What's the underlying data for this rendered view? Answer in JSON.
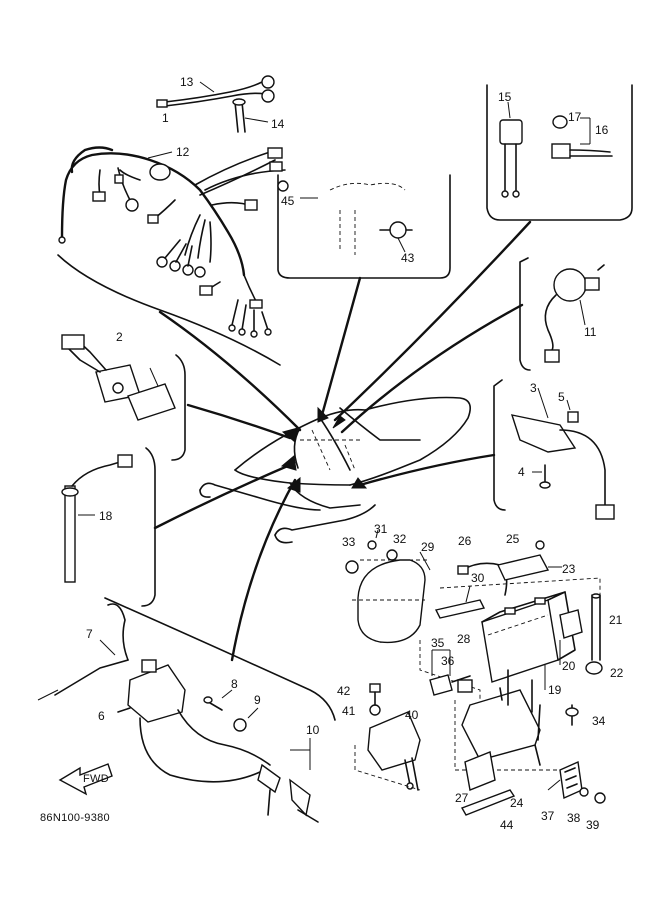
{
  "diagram_code": "86N100-9380",
  "front_label": "FWD",
  "callouts": [
    "1",
    "2",
    "3",
    "4",
    "5",
    "6",
    "7",
    "8",
    "9",
    "10",
    "11",
    "12",
    "13",
    "14",
    "15",
    "16",
    "17",
    "18",
    "19",
    "20",
    "21",
    "22",
    "23",
    "24",
    "25",
    "26",
    "27",
    "28",
    "29",
    "30",
    "31",
    "32",
    "33",
    "34",
    "35",
    "36",
    "37",
    "38",
    "39",
    "40",
    "41",
    "42",
    "43",
    "44",
    "45"
  ]
}
